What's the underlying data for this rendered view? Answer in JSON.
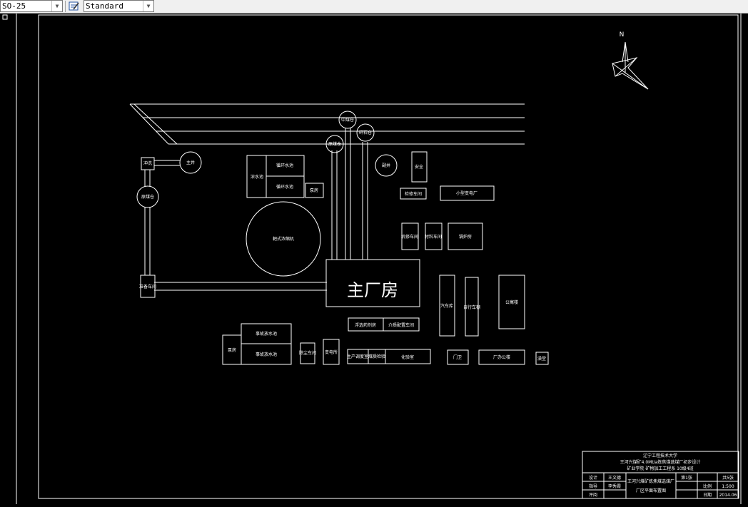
{
  "toolbar": {
    "dimstyle_value": "SO-25",
    "textstyle_value": "Standard"
  },
  "drawing": {
    "north": "N",
    "buildings": {
      "zhongmeicang": "中煤仓",
      "ganshicang": "矸石仓",
      "yuanmeicang": "原煤仓",
      "zhujing": "主井",
      "fujing": "副井",
      "chongdi": "冲洗",
      "zhumeicang": "原煤仓",
      "xishuichi": "浓水池",
      "xunhuan1": "循环水池",
      "xunhuan2": "循环水池",
      "bengfang1": "泵房",
      "nongsuoji": "耙式浓缩机",
      "anquan": "安全",
      "jiance": "检修车间",
      "xiaoxing": "小型变电厂",
      "jixiu": "机修车间",
      "cailiao": "材料车间",
      "guolu": "锅炉房",
      "zhuchangfang": "主厂房",
      "zhunbei": "准备车间",
      "dongluo": "浮选药剂房",
      "jiezhi": "介质配置车间",
      "chemian": "汽车库",
      "shitang": "自行车棚",
      "gongyu": "公寓楼",
      "shigu1": "事故放水池",
      "shigu2": "事故放水池",
      "bengfang2": "泵房",
      "yanmei": "除尘车间",
      "biandian": "变电所",
      "shengchan": "生产调度室",
      "jiance2": "煤质检验",
      "huayan": "化验室",
      "menwei": "门卫",
      "bangong": "厂办公楼",
      "zaotang": "澡堂"
    },
    "title_block": {
      "org": "辽宁工程技术大学",
      "project": "王河兴煤矿4.0Mt/a炼焦煤选煤厂初步设计",
      "dept": "矿业学院 矿物加工工程系 10级4班",
      "r_design": "设计",
      "n_design": "王文德",
      "r_guide": "指导",
      "n_guide": "李秀霞",
      "r_review": "评阅",
      "n_review": "",
      "dwg_name_1": "王河兴煤矿炼焦煤选煤厂",
      "dwg_name_2": "厂区平面布置图",
      "sheet": "第1张",
      "total": "共5张",
      "scale_lbl": "比例",
      "scale_val": "1:500",
      "date_lbl": "日期",
      "date_val": "2014.06"
    }
  }
}
